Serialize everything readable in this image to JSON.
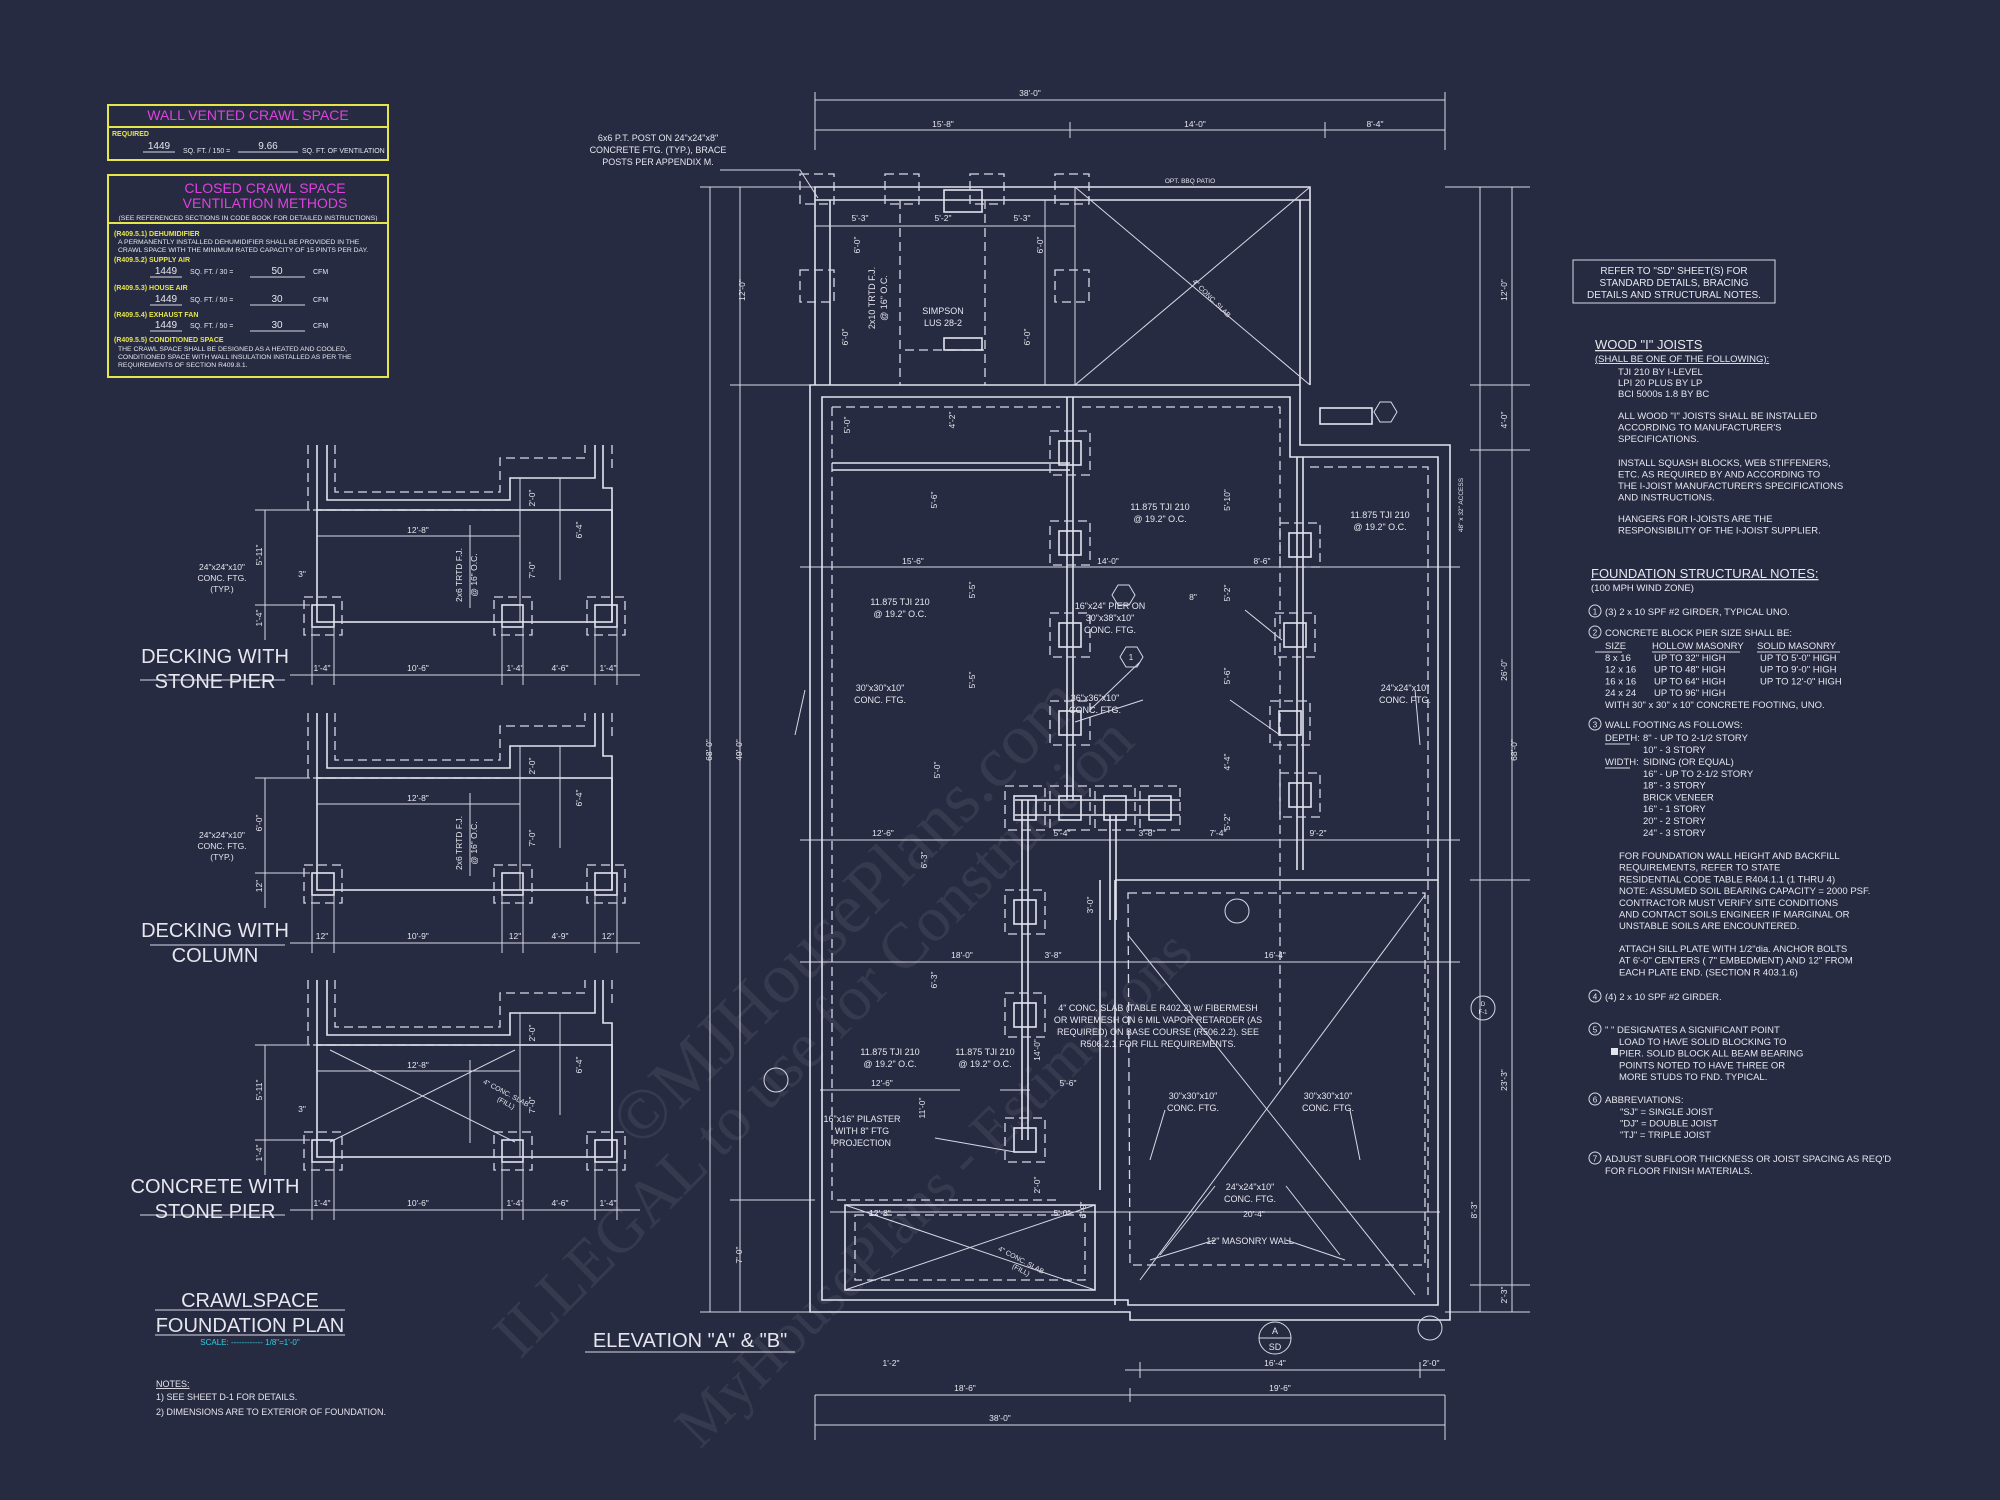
{
  "sheet": {
    "title_line1": "CRAWLSPACE",
    "title_line2": "FOUNDATION PLAN",
    "scale": "SCALE: ------------ 1/8\"=1'-0\"",
    "notes_title": "NOTES:",
    "notes": [
      "1)  SEE SHEET D-1 FOR DETAILS.",
      "2)  DIMENSIONS ARE TO EXTERIOR OF FOUNDATION."
    ],
    "elevation": "ELEVATION \"A\" & \"B\"",
    "watermark": [
      "©MJHousePlans.com",
      "ILLEGAL to use for Construction",
      "MyHousePlans - Estimations"
    ]
  },
  "colors": {
    "background": "#272b41",
    "lines": "#e4e4ee",
    "box_border": "#e6e64a",
    "box_title": "#e040e0",
    "scale": "#30d0e0"
  },
  "wall_vented": {
    "title": "WALL VENTED CRAWL SPACE",
    "required": "REQUIRED",
    "area": "1449",
    "formula": "SQ. FT. / 150 =",
    "result": "9.66",
    "unit": "SQ. FT. OF VENTILATION"
  },
  "closed_crawl": {
    "title1": "CLOSED CRAWL SPACE",
    "title2": "VENTILATION METHODS",
    "subtitle": "(SEE REFERENCED SECTIONS IN CODE BOOK FOR DETAILED INSTRUCTIONS)",
    "dehumidifier": {
      "heading": "(R409.5.1) DEHUMIDIFIER",
      "text": [
        "A PERMANENTLY INSTALLED DEHUMIDIFIER SHALL BE PROVIDED IN THE",
        "CRAWL SPACE WITH THE MINIMUM RATED CAPACITY OF 15 PINTS PER DAY."
      ]
    },
    "supply_air": {
      "heading": "(R409.5.2) SUPPLY AIR",
      "area": "1449",
      "formula": "SQ. FT. / 30 =",
      "result": "50",
      "unit": "CFM"
    },
    "house_air": {
      "heading": "(R409.5.3) HOUSE AIR",
      "area": "1449",
      "formula": "SQ. FT. / 50 =",
      "result": "30",
      "unit": "CFM"
    },
    "exhaust_fan": {
      "heading": "(R409.5.4) EXHAUST FAN",
      "area": "1449",
      "formula": "SQ. FT. / 50 =",
      "result": "30",
      "unit": "CFM"
    },
    "conditioned": {
      "heading": "(R409.5.5) CONDITIONED SPACE",
      "text": [
        "THE CRAWL SPACE SHALL BE DESIGNED AS A HEATED AND COOLED,",
        "CONDITIONED SPACE WITH WALL INSULATION INSTALLED AS PER THE",
        "REQUIREMENTS OF SECTION R409.8.1."
      ]
    }
  },
  "details": [
    {
      "title1": "DECKING WITH",
      "title2": "STONE PIER",
      "top": "12'-8\"",
      "joist": "2x6 TRTD F.J.",
      "joist2": "@ 16\" O.C.",
      "ftg": [
        "24\"x24\"x10\"",
        "CONC. FTG.",
        "(TYP.)"
      ],
      "dims": [
        "1'-4\"",
        "10'-6\"",
        "1'-4\"",
        "4'-6\"",
        "1'-4\""
      ],
      "v1": "5'-11\"",
      "v2": "1'-4\"",
      "v3": "7'-0\"",
      "v4": "6'-4\"",
      "v5": "2'-0\"",
      "small": "3\""
    },
    {
      "title1": "DECKING WITH",
      "title2": "COLUMN",
      "top": "12'-8\"",
      "joist": "2x6 TRTD F.J.",
      "joist2": "@ 16\" O.C.",
      "ftg": [
        "24\"x24\"x10\"",
        "CONC. FTG.",
        "(TYP.)"
      ],
      "dims": [
        "12\"",
        "10'-9\"",
        "12\"",
        "4'-9\"",
        "12\""
      ],
      "v1": "6'-0\"",
      "v2": "12\"",
      "v3": "7'-0\"",
      "v4": "6'-4\"",
      "v5": "2'-0\""
    },
    {
      "title1": "CONCRETE WITH",
      "title2": "STONE PIER",
      "top": "12'-8\"",
      "slab": "4\" CONC. SLAB",
      "slab2": "(FILL)",
      "dims": [
        "1'-4\"",
        "10'-6\"",
        "1'-4\"",
        "4'-6\"",
        "1'-4\""
      ],
      "v1": "5'-11\"",
      "v2": "1'-4\"",
      "v3": "7'-0\"",
      "v4": "6'-4\"",
      "v5": "2'-0\"",
      "small": "3\""
    }
  ],
  "plan": {
    "post_callout": [
      "6x6 P.T. POST ON 24\"x24\"x8\"",
      "CONCRETE FTG. (TYP.), BRACE",
      "POSTS PER APPENDIX M."
    ],
    "patio": "OPT. BBQ PATIO",
    "patio_slab": "4\" CONC. SLAB",
    "simpson": [
      "SIMPSON",
      "LUS 28-2"
    ],
    "patio_joist": [
      "2x10 TRTD F.J.",
      "@ 16\" O.C."
    ],
    "access": "48\" x 32\" ACCESS",
    "joist_label": [
      "11.875 TJI 210",
      "@ 19.2\" O.C."
    ],
    "pier_callout": [
      "16\"x24\" PIER ON",
      "30\"x38\"x10\"",
      "CONC. FTG."
    ],
    "ftg36": [
      "36\"x36\"x10\"",
      "CONC. FTG."
    ],
    "ftg30": [
      "30\"x30\"x10\"",
      "CONC. FTG."
    ],
    "ftg24": [
      "24\"x24\"x10\"",
      "CONC. FTG."
    ],
    "slab_note": [
      "4\" CONC. SLAB (TABLE R402.2) w/ FIBERMESH",
      "OR WIREMESH ON 6 MIL VAPOR RETARDER (AS",
      "REQUIRED) ON BASE COURSE (R506.2.2). SEE",
      "R506.2.1 FOR FILL REQUIREMENTS."
    ],
    "pilaster": [
      "16\"x16\" PILASTER",
      "WITH 8\" FTG",
      "PROJECTION"
    ],
    "masonry_wall": "12\" MASONRY WALL",
    "porch_slab": [
      "4\" CONC. SLAB",
      "(FILL)"
    ],
    "callout_a": [
      "A",
      "SD"
    ],
    "callout_d": [
      "D",
      "F-1"
    ],
    "hex_1": "1",
    "dims": {
      "overall_top": "38'-0\"",
      "top_a": "15'-8\"",
      "top_b": "14'-0\"",
      "top_c": "8'-4\"",
      "patio_a": "5'-3\"",
      "patio_b": "5'-2\"",
      "patio_c": "5'-3\"",
      "six": "6'-0\"",
      "left_outer": "68'-0\"",
      "left_inner": "49'-0\"",
      "left_top": "12'-0\"",
      "left_bottom": "7'-0\"",
      "right_outer": "68'-0\"",
      "right_a": "12'-0\"",
      "right_b": "4'-0\"",
      "right_c": "26'-0\"",
      "right_d": "23'-3\"",
      "right_e": "2'-3\"",
      "right_f": "8'-3\"",
      "r1": "5'-0\"",
      "r2": "4'-2\"",
      "r3": "5'-6\"",
      "r4": "5'-5\"",
      "r5": "5'-5\"",
      "r6": "5'-0\"",
      "row1_a": "15'-6\"",
      "row1_b": "14'-0\"",
      "row1_c": "8'-6\"",
      "s1": "5'-10\"",
      "s2": "5'-2\"",
      "s3": "5'-6\"",
      "s4": "4'-4\"",
      "s5": "5'-2\"",
      "eight": "8\"",
      "row2_a": "12'-6\"",
      "row2_b": "5'-4\"",
      "row2_c": "3'-8\"",
      "row2_d": "7'-4\"",
      "row2_e": "9'-2\"",
      "v63a": "6'-3\"",
      "v63b": "6'-3\"",
      "v30": "3'-0\"",
      "row3_a": "18'-0\"",
      "row3_b": "3'-8\"",
      "row3_c": "16'-4\"",
      "v140": "14'-0\"",
      "row4_a": "12'-6\"",
      "row4_b": "5'-6\"",
      "v110": "11'-0\"",
      "v20": "2'-0\"",
      "v69": "6'-9\"",
      "row5_a": "12'-8\"",
      "row5_b": "5'-0\"",
      "row5_c": "20'-4\"",
      "bot1_a": "1'-2\"",
      "bot1_b": "16'-4\"",
      "bot1_c": "2'-0\"",
      "bot2_a": "18'-6\"",
      "bot2_b": "19'-6\"",
      "overall_bottom": "38'-0\""
    }
  },
  "notes_right": {
    "refer": [
      "REFER TO \"SD\" SHEET(S) FOR",
      "STANDARD DETAILS, BRACING",
      "DETAILS AND STRUCTURAL NOTES."
    ],
    "joists_title": "WOOD \"I\" JOISTS",
    "joists_subtitle": "(SHALL BE ONE OF THE FOLLOWING):",
    "joists_items": [
      "TJI 210 BY I-LEVEL",
      "LPI 20 PLUS BY LP",
      "BCI 5000s 1.8 BY BC"
    ],
    "joists_bullets": [
      [
        "ALL WOOD \"I\" JOISTS SHALL BE INSTALLED",
        "ACCORDING TO MANUFACTURER'S",
        "SPECIFICATIONS."
      ],
      [
        "INSTALL SQUASH BLOCKS, WEB STIFFENERS,",
        "ETC. AS REQUIRED BY AND ACCORDING TO",
        "THE I-JOIST MANUFACTURER'S SPECIFICATIONS",
        "AND INSTRUCTIONS."
      ],
      [
        "HANGERS FOR I-JOISTS ARE THE",
        "RESPONSIBILITY OF THE I-JOIST SUPPLIER."
      ]
    ],
    "foundation_title": "FOUNDATION STRUCTURAL NOTES:",
    "wind": "(100 MPH WIND ZONE)",
    "markers": [
      "1",
      "2",
      "3",
      "4",
      "5",
      "6",
      "7"
    ],
    "note1": "(3) 2 x 10 SPF #2 GIRDER, TYPICAL UNO.",
    "note2": "CONCRETE BLOCK PIER SIZE SHALL BE:",
    "pier_table": {
      "headers": [
        "SIZE",
        "HOLLOW MASONRY",
        "SOLID MASONRY"
      ],
      "rows": [
        [
          "8 x 16",
          "UP TO 32\" HIGH",
          "UP TO 5'-0\" HIGH"
        ],
        [
          "12 x 16",
          "UP TO 48\" HIGH",
          "UP TO 9'-0\" HIGH"
        ],
        [
          "16 x 16",
          "UP TO 64\" HIGH",
          "UP TO 12'-0\" HIGH"
        ],
        [
          "24 x 24",
          "UP TO 96\" HIGH",
          ""
        ]
      ],
      "footer": "WITH 30\" x 30\" x 10\" CONCRETE FOOTING, UNO."
    },
    "note3": "WALL FOOTING AS FOLLOWS:",
    "depth_label": "DEPTH:",
    "depth": [
      "8\" - UP TO 2-1/2 STORY",
      "10\" - 3 STORY"
    ],
    "width_label": "WIDTH:",
    "width": [
      "SIDING (OR EQUAL)",
      "16\" - UP TO 2-1/2 STORY",
      "18\" - 3 STORY",
      "BRICK VENEER",
      "16\" - 1 STORY",
      "20\" - 2 STORY",
      "24\" - 3 STORY"
    ],
    "wall_para": [
      "FOR FOUNDATION WALL HEIGHT AND BACKFILL",
      "REQUIREMENTS, REFER TO STATE",
      "RESIDENTIAL CODE TABLE R404.1.1 (1 THRU 4)",
      "NOTE: ASSUMED SOIL BEARING CAPACITY = 2000 PSF.",
      "CONTRACTOR MUST VERIFY SITE CONDITIONS",
      "AND CONTACT SOILS ENGINEER IF MARGINAL OR",
      "UNSTABLE SOILS ARE ENCOUNTERED."
    ],
    "sill_para": [
      "ATTACH SILL PLATE WITH 1/2\"dia. ANCHOR BOLTS",
      "AT 6'-0\" CENTERS ( 7\" EMBEDMENT) AND 12\" FROM",
      "EACH PLATE END. (SECTION R 403.1.6)"
    ],
    "note4": "(4) 2 x 10 SPF #2 GIRDER.",
    "note5": [
      "\"  \" DESIGNATES A SIGNIFICANT POINT",
      "LOAD TO HAVE SOLID BLOCKING TO",
      "PIER. SOLID BLOCK ALL BEAM BEARING",
      "POINTS NOTED TO HAVE THREE OR",
      "MORE STUDS TO FND. TYPICAL."
    ],
    "note6": "ABBREVIATIONS:",
    "abbreviations": [
      "\"SJ\" = SINGLE JOIST",
      "\"DJ\" = DOUBLE JOIST",
      "\"TJ\" = TRIPLE JOIST"
    ],
    "note7": [
      "ADJUST SUBFLOOR THICKNESS OR JOIST SPACING AS REQ'D",
      "FOR FLOOR FINISH MATERIALS."
    ]
  }
}
